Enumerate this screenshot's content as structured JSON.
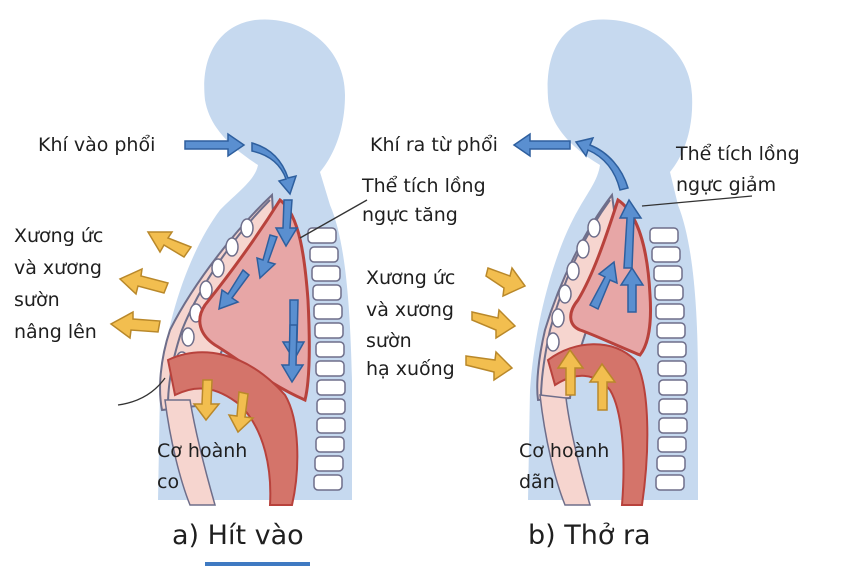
{
  "panel_a": {
    "air_in": "Khí vào phổi",
    "volume": [
      "Thể tích lồng",
      "ngực tăng"
    ],
    "ribs": [
      "Xương ức",
      "và xương",
      "sườn",
      "nâng lên"
    ],
    "diaphragm": [
      "Cơ hoành",
      "co"
    ],
    "caption": "a) Hít vào"
  },
  "panel_b": {
    "air_out": "Khí ra từ phổi",
    "volume": [
      "Thể tích lồng",
      "ngực giảm"
    ],
    "ribs": [
      "Xương ức",
      "và xương",
      "sườn",
      "hạ xuống"
    ],
    "diaphragm": [
      "Cơ hoành",
      "dãn"
    ],
    "caption": "b) Thở ra"
  },
  "colors": {
    "body": "#c6d9ef",
    "chest_wall": "#f6d5cf",
    "lung": "#e7a6a6",
    "lung_outline": "#b8423c",
    "muscle": "#d4746a",
    "air_arrow": "#5a8fd0",
    "movement_arrow": "#f2be4f"
  }
}
